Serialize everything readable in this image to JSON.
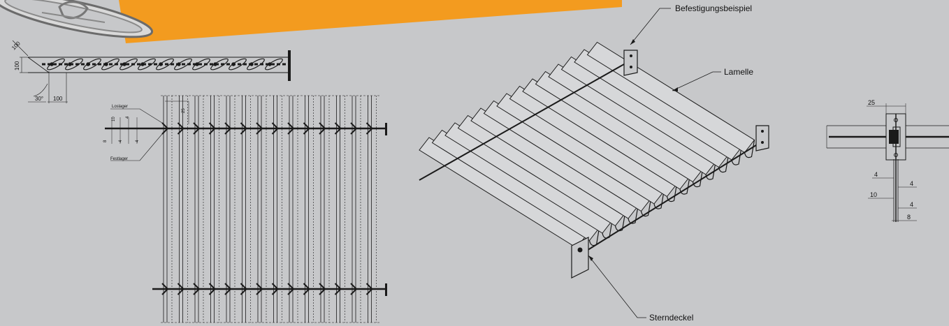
{
  "callouts": {
    "befestigung": "Befestigungsbeispiel",
    "lamelle": "Lamelle",
    "sterndeckel": "Sterndeckel"
  },
  "top_view": {
    "dim_100_a": "100",
    "dim_100_b": "100",
    "dim_100_c": "100",
    "angle": "30°"
  },
  "front_view": {
    "loslager": "Loslager",
    "festlager": "Festlager",
    "dim_10": "10",
    "dim_4a": "4",
    "dim_25": "25",
    "dim_8": "8",
    "dim_4b": "4",
    "dim_4c": "4"
  },
  "detail_view": {
    "dim_25": "25",
    "dim_4_left": "4",
    "dim_4_right": "4",
    "dim_10": "10",
    "dim_4_right2": "4",
    "dim_8": "8"
  },
  "colors": {
    "background": "#c7c8ca",
    "banner": "#f39b1f",
    "line": "#1a1a1a"
  }
}
